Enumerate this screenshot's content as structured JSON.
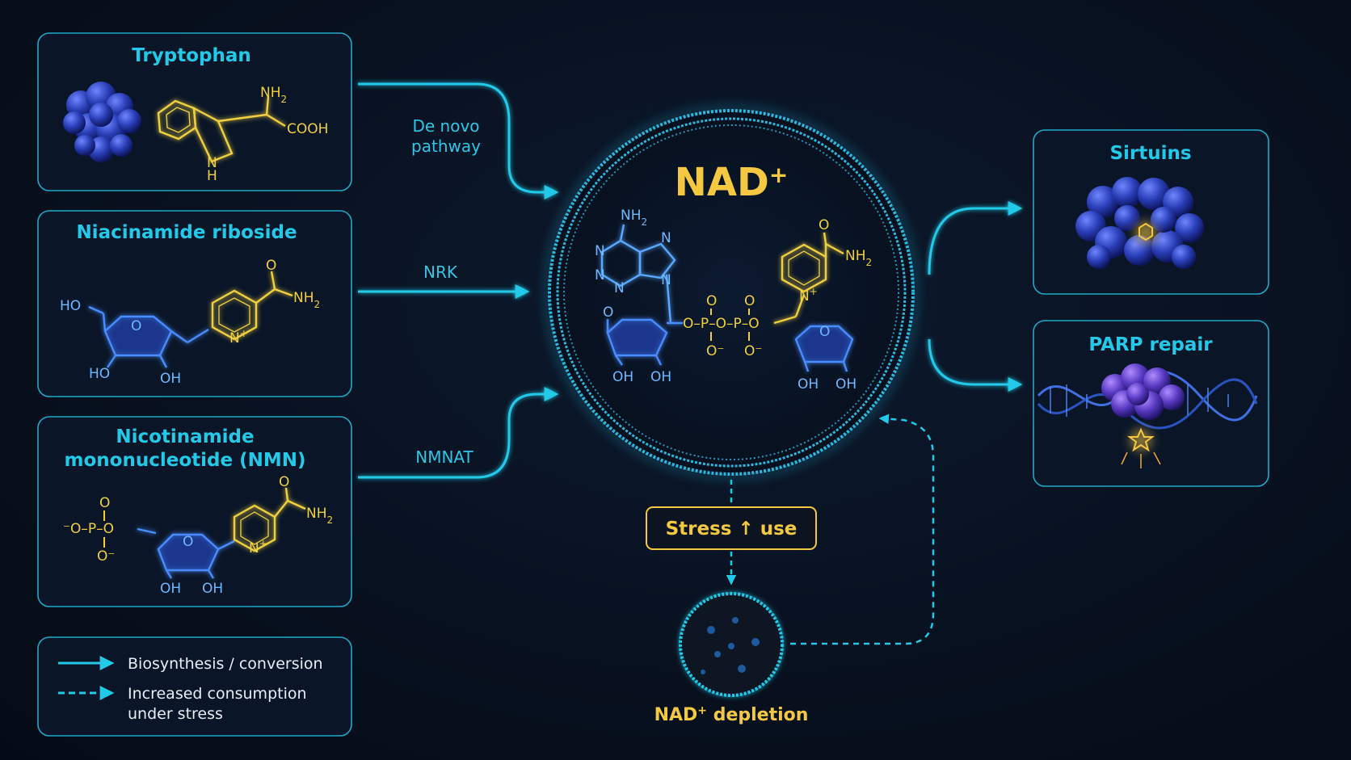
{
  "sources": {
    "tryptophan": {
      "title": "Tryptophan",
      "nh2": "NH",
      "nh2_sub": "2",
      "cooh": "COOH",
      "nh": "N",
      "h": "H"
    },
    "nr": {
      "title": "Niacinamide riboside",
      "ho_top": "HO",
      "o_ring": "O",
      "o_carb": "O",
      "nh2": "NH",
      "nh2_sub": "2",
      "n_plus": "N",
      "plus": "+",
      "ho_bottom": "HO",
      "oh_bottom": "OH"
    },
    "nmn": {
      "title_line1": "Nicotinamide",
      "title_line2": "mononucleotide (NMN)",
      "p_o_top": "O",
      "p_left": "⁻O–P–O",
      "p_o_bottom": "O⁻",
      "o_ring": "O",
      "o_carb": "O",
      "nh2": "NH",
      "nh2_sub": "2",
      "n_plus": "N",
      "plus": "+",
      "oh1": "OH",
      "oh2": "OH"
    }
  },
  "pathways": {
    "de_novo_line1": "De novo",
    "de_novo_line2": "pathway",
    "nrk": "NRK",
    "nmnat": "NMNAT"
  },
  "center": {
    "title": "NAD",
    "title_sup": "+",
    "adenine_nh2": "NH",
    "nh2_sub": "2",
    "n1": "N",
    "n2": "N",
    "n3": "N",
    "n4": "N",
    "n5": "N",
    "o_left": "O",
    "oh_l1": "OH",
    "oh_l2": "OH",
    "phosphate_chain": "O–P–O–P–O",
    "p_o1": "O",
    "p_o2": "O",
    "p_om1": "O⁻",
    "p_om2": "O⁻",
    "o_carb": "O",
    "nam_nh2": "NH",
    "n_plus": "N",
    "plus": "+",
    "o_ring_r": "O",
    "oh_r1": "OH",
    "oh_r2": "OH"
  },
  "stress": {
    "label": "Stress ↑ use"
  },
  "depletion": {
    "label": "NAD",
    "sup": "+",
    "label_rest": " depletion"
  },
  "targets": {
    "sirtuins": "Sirtuins",
    "parp": "PARP repair"
  },
  "legend": {
    "solid": "Biosynthesis / conversion",
    "dashed_line1": "Increased consumption",
    "dashed_line2": "under stress"
  },
  "colors": {
    "accent_cyan": "#23c9e8",
    "accent_yellow": "#f5c842",
    "background": "#081120",
    "protein_blue": "#2a3fb8"
  }
}
